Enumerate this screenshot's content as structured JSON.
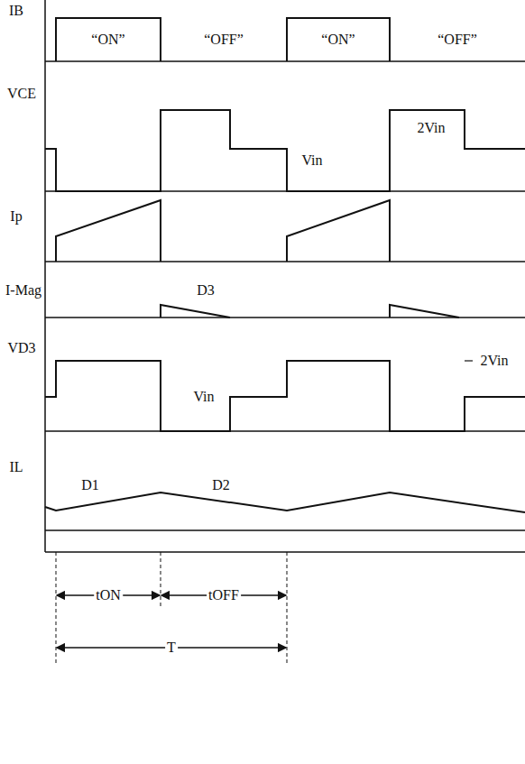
{
  "diagram": {
    "labels": [
      "IB",
      "“ON”",
      "“OFF”",
      "“ON”",
      "“OFF”",
      "VCE",
      "2Vin",
      "Vin",
      "Ip",
      "I-Mag",
      "D3",
      "VD3",
      "Vin",
      "2Vin",
      "IL",
      "D1",
      "D2",
      "tON",
      "tOFF",
      "T"
    ]
  }
}
